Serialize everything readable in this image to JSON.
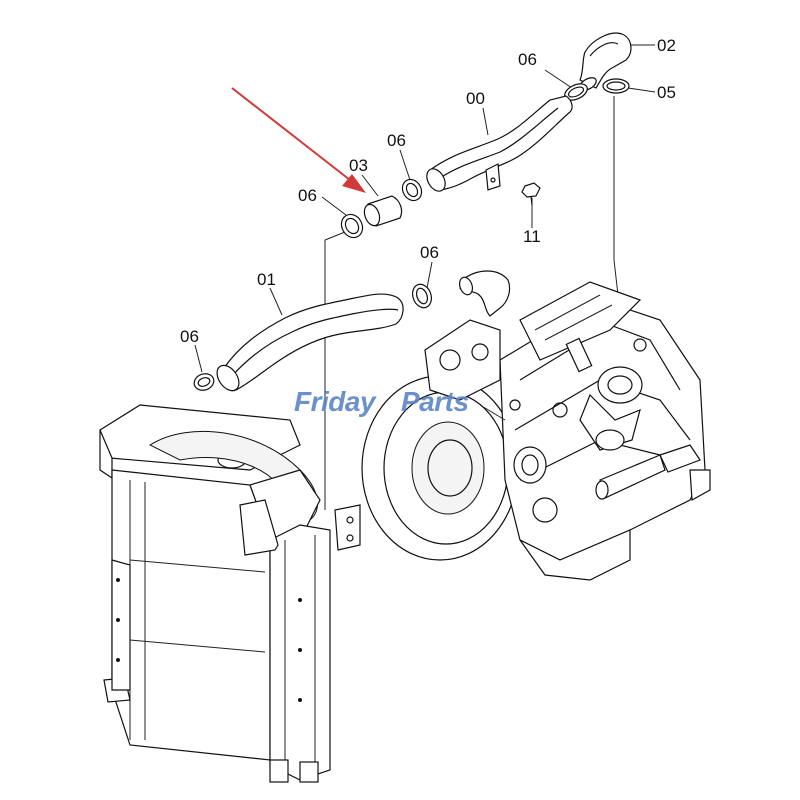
{
  "labels": {
    "part_00": "00",
    "part_01": "01",
    "part_02": "02",
    "part_03": "03",
    "part_05": "05",
    "part_06": "06",
    "part_11": "11"
  },
  "watermark": {
    "word1": "Friday",
    "word2": "Parts",
    "color_blue": "#5b84c7",
    "color_light": "#9db6de"
  },
  "colors": {
    "arrow": "#d23a3a",
    "ink": "#111111"
  },
  "icons": {
    "arrow": "red-pointer-arrow-icon",
    "clamp": "hose-clamp-icon",
    "bolt": "bolt-icon"
  }
}
